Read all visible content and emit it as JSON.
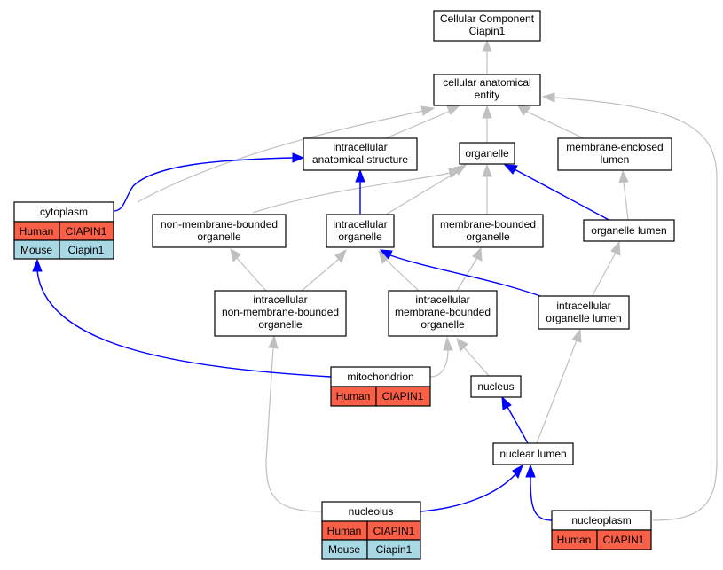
{
  "nodes": {
    "root": {
      "lines": [
        "Cellular Component",
        "Ciapin1"
      ]
    },
    "cae": {
      "lines": [
        "cellular anatomical",
        "entity"
      ]
    },
    "ias": {
      "lines": [
        "intracellular",
        "anatomical structure"
      ]
    },
    "organelle": {
      "lines": [
        "organelle"
      ]
    },
    "mel": {
      "lines": [
        "membrane-enclosed",
        "lumen"
      ]
    },
    "cytoplasm": {
      "lines": [
        "cytoplasm"
      ]
    },
    "nmbo": {
      "lines": [
        "non-membrane-bounded",
        "organelle"
      ]
    },
    "io": {
      "lines": [
        "intracellular",
        "organelle"
      ]
    },
    "mbo": {
      "lines": [
        "membrane-bounded",
        "organelle"
      ]
    },
    "ol": {
      "lines": [
        "organelle lumen"
      ]
    },
    "inmbo": {
      "lines": [
        "intracellular",
        "non-membrane-bounded",
        "organelle"
      ]
    },
    "imbo": {
      "lines": [
        "intracellular",
        "membrane-bounded",
        "organelle"
      ]
    },
    "iol": {
      "lines": [
        "intracellular",
        "organelle lumen"
      ]
    },
    "mito": {
      "lines": [
        "mitochondrion"
      ]
    },
    "nucleus": {
      "lines": [
        "nucleus"
      ]
    },
    "nl": {
      "lines": [
        "nuclear lumen"
      ]
    },
    "nucleolus": {
      "lines": [
        "nucleolus"
      ]
    },
    "nucleoplasm": {
      "lines": [
        "nucleoplasm"
      ]
    }
  },
  "annotations": {
    "species_human": "Human",
    "species_mouse": "Mouse",
    "gene_human": "CIAPIN1",
    "gene_mouse": "Ciapin1",
    "human_color": "#fa6047",
    "mouse_color": "#a9d8e5"
  },
  "legend_colors": {
    "is_a_edge": "#c0c0c0",
    "part_of_edge": "#0000ff"
  }
}
